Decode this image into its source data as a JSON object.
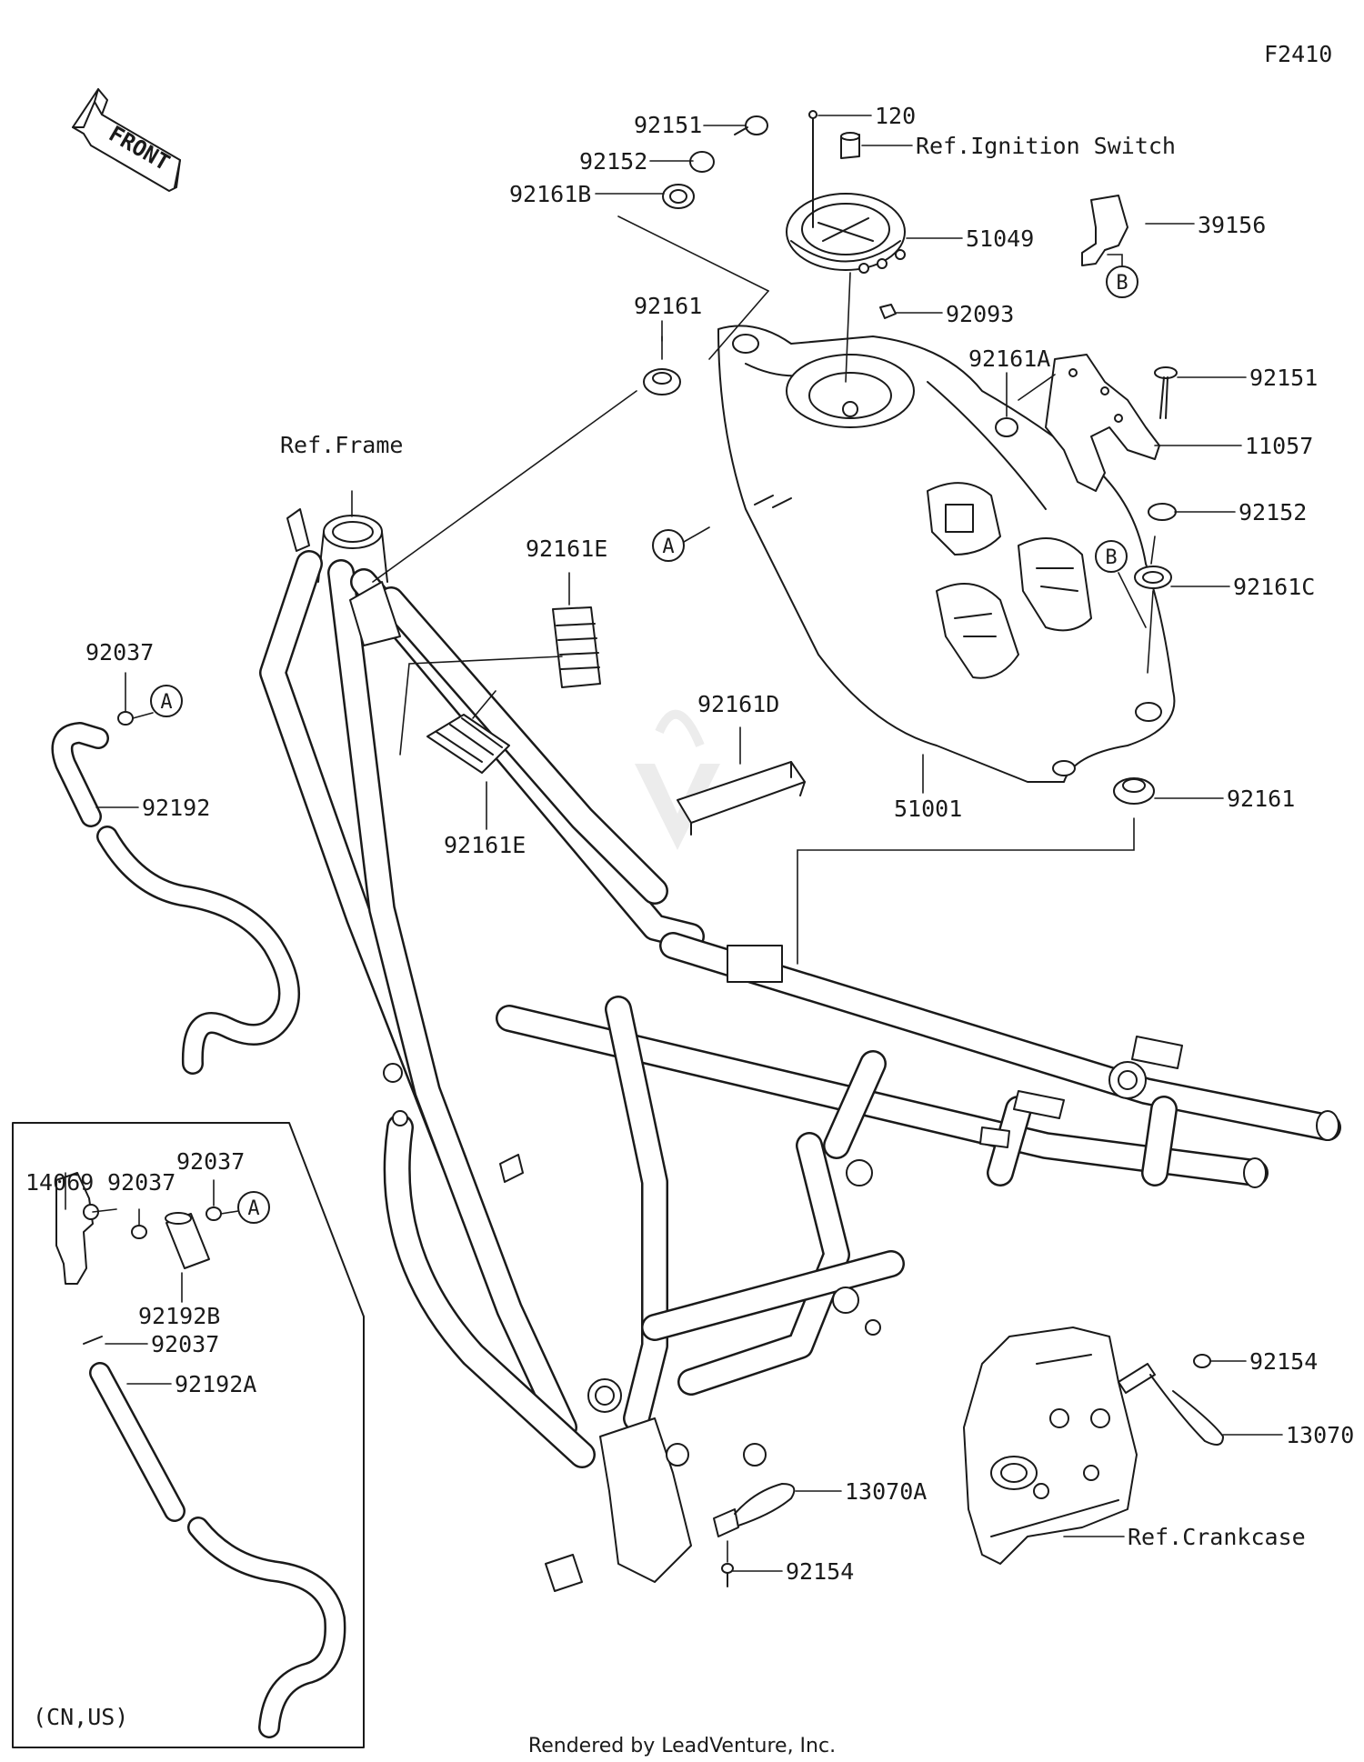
{
  "diagram": {
    "figure_id": "F2410",
    "front_label": "FRONT",
    "footer": "Rendered by LeadVenture, Inc.",
    "region_note": "(CN,US)",
    "circle_markers": {
      "a": "A",
      "b": "B"
    },
    "callouts": {
      "p92151_top": "92151",
      "p120": "120",
      "p92152_top": "92152",
      "ref_ignition": "Ref.Ignition Switch",
      "p92161B": "92161B",
      "p51049": "51049",
      "p39156": "39156",
      "p92161_left": "92161",
      "p92093": "92093",
      "p92161A": "92161A",
      "p92151_right": "92151",
      "ref_frame": "Ref.Frame",
      "p11057": "11057",
      "p92152_right": "92152",
      "p92161E_top": "92161E",
      "p92161C": "92161C",
      "p92037_left": "92037",
      "p92161D": "92161D",
      "p92192": "92192",
      "p51001": "51001",
      "p92161_right": "92161",
      "p92161E_bottom": "92161E",
      "p92037_box_top": "92037",
      "p14069": "14069",
      "p92037_box": "92037",
      "p92192B": "92192B",
      "p92037_box_low": "92037",
      "p92192A": "92192A",
      "p92154_right": "92154",
      "p13070": "13070",
      "p13070A": "13070A",
      "ref_crankcase": "Ref.Crankcase",
      "p92154_bottom": "92154"
    }
  }
}
